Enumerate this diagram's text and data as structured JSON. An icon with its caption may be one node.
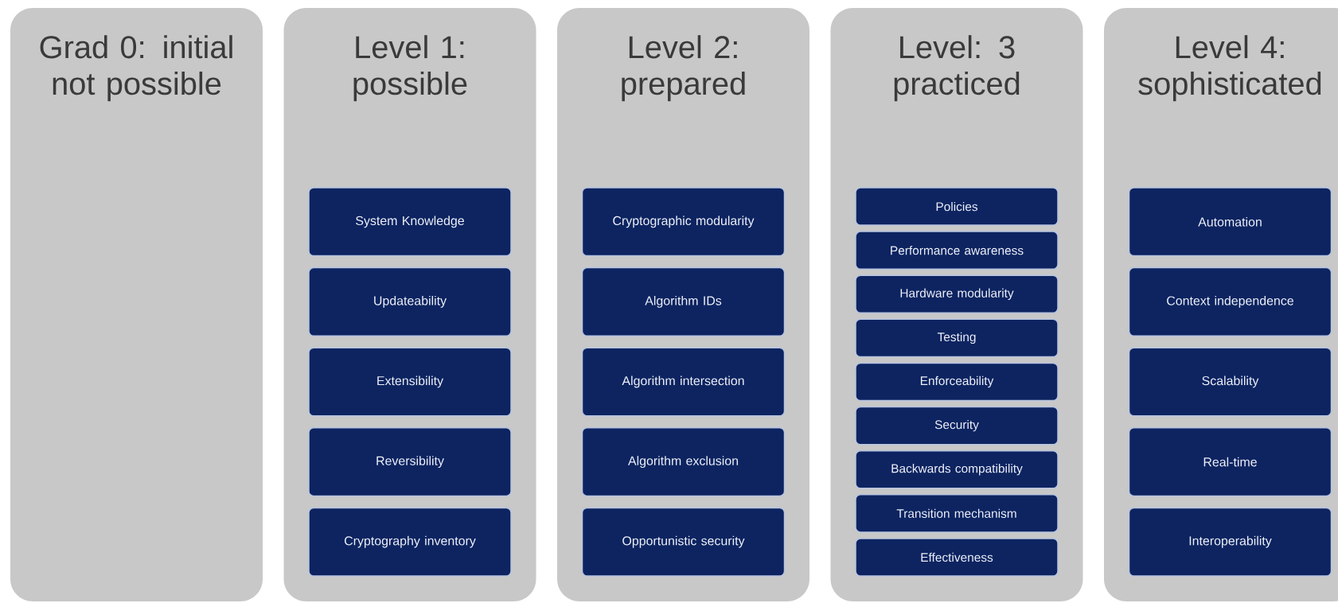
{
  "diagram": {
    "nodes": [
      {
        "text": [
          "Grad 0: initial not possible"
        ]
      },
      {
        "text": [
          "Level 1: possible"
        ]
      },
      {
        "text": [
          "System Knowledge"
        ],
        "in": 1
      },
      {
        "text": [
          "Updateability"
        ],
        "in": 1
      },
      {
        "text": [
          "Extensibility"
        ],
        "in": 1
      },
      {
        "text": [
          "Reversibility"
        ],
        "in": 1
      },
      {
        "text": [
          "Cryptography inventory"
        ],
        "in": 1
      },
      {
        "text": [
          "Level 2: prepared"
        ]
      },
      {
        "text": [
          "Cryptographic modularity"
        ],
        "in": 7
      },
      {
        "text": [
          "Algorithm IDs"
        ],
        "in": 7
      },
      {
        "text": [
          "Algorithm intersection"
        ],
        "in": 7
      },
      {
        "text": [
          "Algorithm exclusion"
        ],
        "in": 7
      },
      {
        "text": [
          "Opportunistic security"
        ],
        "in": 7
      },
      {
        "text": [
          "Level: 3 practiced"
        ]
      },
      {
        "text": [
          "Policies"
        ],
        "in": 13
      },
      {
        "text": [
          "Performance awareness"
        ],
        "in": 13
      },
      {
        "text": [
          "Hardware modularity"
        ],
        "in": 13
      },
      {
        "text": [
          "Testing"
        ],
        "in": 13
      },
      {
        "text": [
          "Enforceability"
        ],
        "in": 13
      },
      {
        "text": [
          "Security"
        ],
        "in": 13
      },
      {
        "text": [
          "Backwards compatibility"
        ],
        "in": 13
      },
      {
        "text": [
          "Transition mechanism"
        ],
        "in": 13
      },
      {
        "text": [
          "Effectiveness"
        ],
        "in": 13
      },
      {
        "text": [
          "Level 4: sophisticated"
        ]
      },
      {
        "text": [
          "Automation"
        ],
        "in": 23
      },
      {
        "text": [
          "Context independence"
        ],
        "in": 23
      },
      {
        "text": [
          "Scalability"
        ],
        "in": 23
      },
      {
        "text": [
          "Real-time"
        ],
        "in": 23
      },
      {
        "text": [
          "Interoperability"
        ],
        "in": 23
      }
    ]
  }
}
